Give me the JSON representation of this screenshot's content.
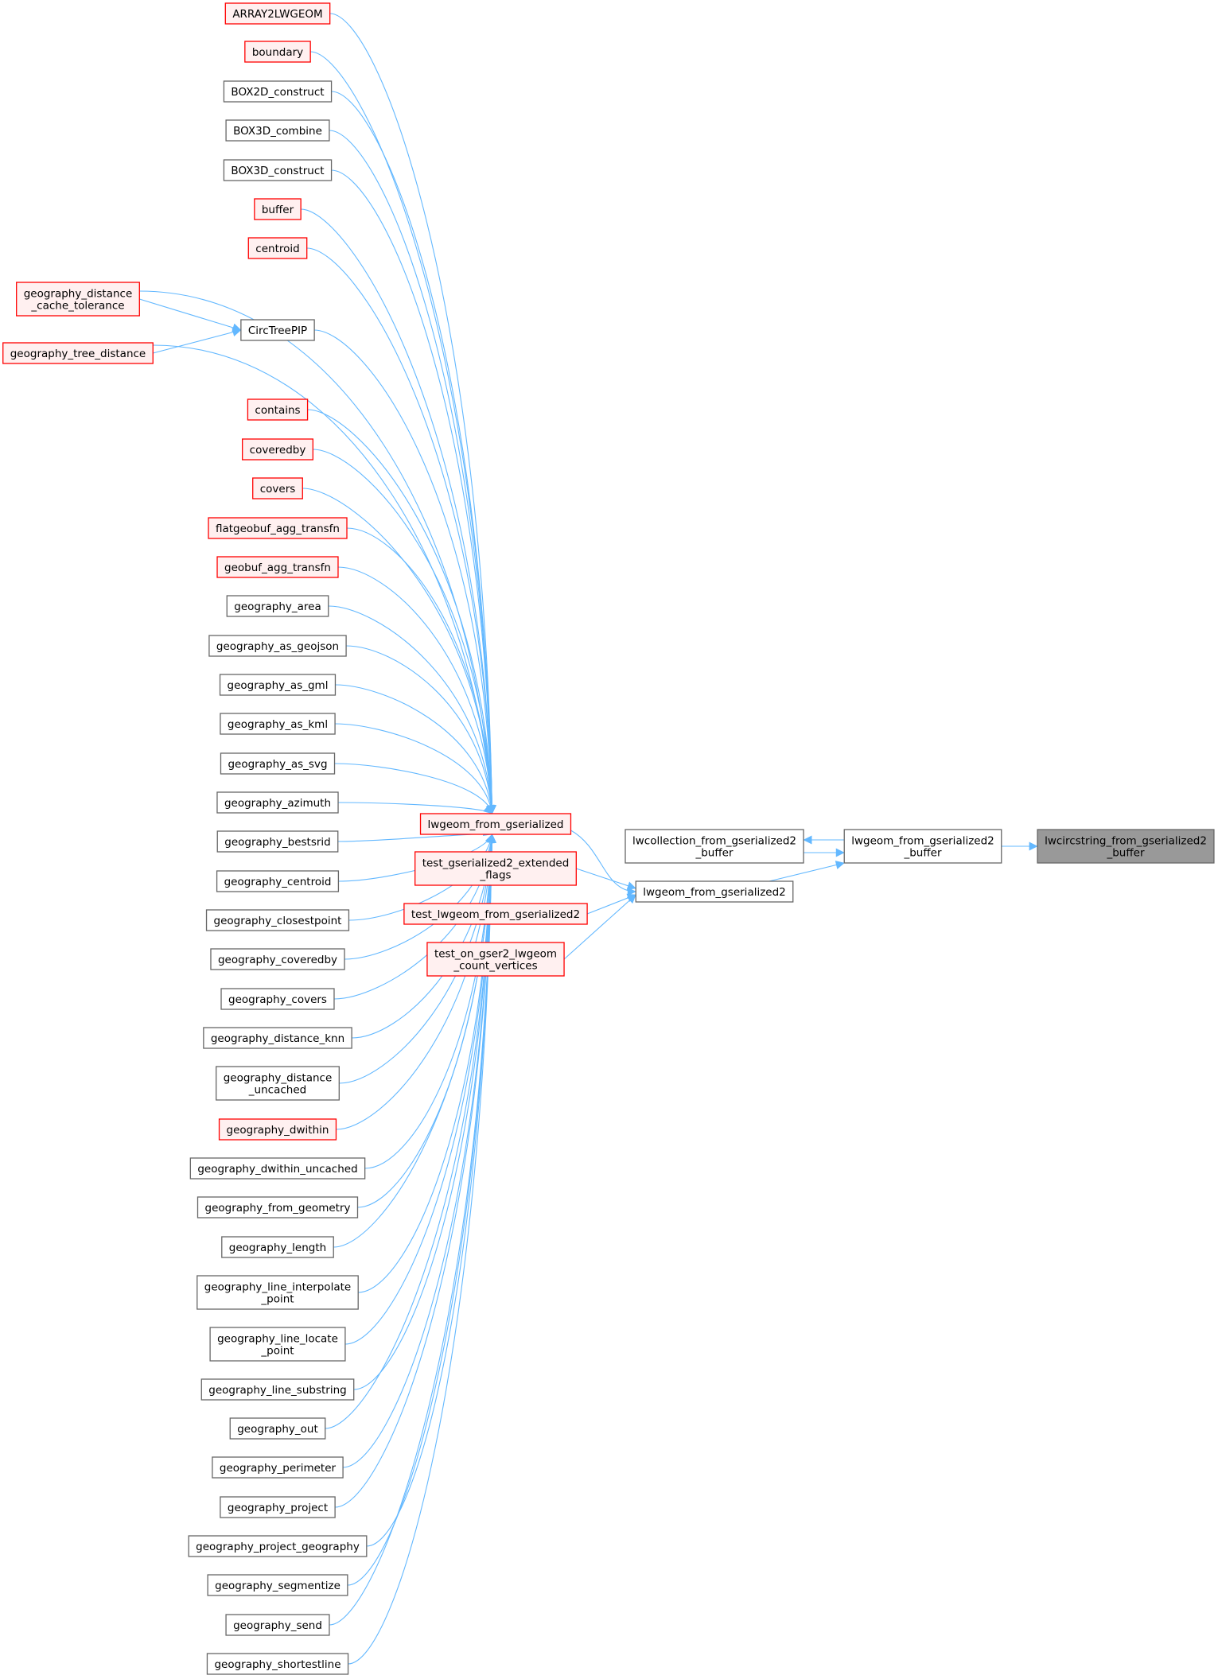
{
  "colors": {
    "edge": "#63b8ff",
    "node_border_normal": "#666666",
    "node_fill_normal": "#ffffff",
    "node_border_truncated": "#ff0000",
    "node_fill_truncated": "#fff0f0",
    "node_fill_focus": "#999999",
    "node_border_focus": "#666666"
  },
  "nodes": [
    {
      "id": "array2lwgeom",
      "lines": [
        "ARRAY2LWGEOM"
      ],
      "kind": "truncated"
    },
    {
      "id": "boundary",
      "lines": [
        "boundary"
      ],
      "kind": "truncated"
    },
    {
      "id": "box2d_construct",
      "lines": [
        "BOX2D_construct"
      ],
      "kind": "normal"
    },
    {
      "id": "box3d_combine",
      "lines": [
        "BOX3D_combine"
      ],
      "kind": "normal"
    },
    {
      "id": "box3d_construct",
      "lines": [
        "BOX3D_construct"
      ],
      "kind": "normal"
    },
    {
      "id": "buffer",
      "lines": [
        "buffer"
      ],
      "kind": "truncated"
    },
    {
      "id": "centroid",
      "lines": [
        "centroid"
      ],
      "kind": "truncated"
    },
    {
      "id": "geography_distance_cache_tolerance",
      "lines": [
        "geography_distance",
        "_cache_tolerance"
      ],
      "kind": "truncated"
    },
    {
      "id": "circtreepip",
      "lines": [
        "CircTreePIP"
      ],
      "kind": "normal"
    },
    {
      "id": "geography_tree_distance",
      "lines": [
        "geography_tree_distance"
      ],
      "kind": "truncated"
    },
    {
      "id": "contains",
      "lines": [
        "contains"
      ],
      "kind": "truncated"
    },
    {
      "id": "coveredby",
      "lines": [
        "coveredby"
      ],
      "kind": "truncated"
    },
    {
      "id": "covers",
      "lines": [
        "covers"
      ],
      "kind": "truncated"
    },
    {
      "id": "flatgeobuf_agg_transfn",
      "lines": [
        "flatgeobuf_agg_transfn"
      ],
      "kind": "truncated"
    },
    {
      "id": "geobuf_agg_transfn",
      "lines": [
        "geobuf_agg_transfn"
      ],
      "kind": "truncated"
    },
    {
      "id": "geography_area",
      "lines": [
        "geography_area"
      ],
      "kind": "normal"
    },
    {
      "id": "geography_as_geojson",
      "lines": [
        "geography_as_geojson"
      ],
      "kind": "normal"
    },
    {
      "id": "geography_as_gml",
      "lines": [
        "geography_as_gml"
      ],
      "kind": "normal"
    },
    {
      "id": "geography_as_kml",
      "lines": [
        "geography_as_kml"
      ],
      "kind": "normal"
    },
    {
      "id": "geography_as_svg",
      "lines": [
        "geography_as_svg"
      ],
      "kind": "normal"
    },
    {
      "id": "geography_azimuth",
      "lines": [
        "geography_azimuth"
      ],
      "kind": "normal"
    },
    {
      "id": "geography_bestsrid",
      "lines": [
        "geography_bestsrid"
      ],
      "kind": "normal"
    },
    {
      "id": "geography_centroid",
      "lines": [
        "geography_centroid"
      ],
      "kind": "normal"
    },
    {
      "id": "geography_closestpoint",
      "lines": [
        "geography_closestpoint"
      ],
      "kind": "normal"
    },
    {
      "id": "geography_coveredby",
      "lines": [
        "geography_coveredby"
      ],
      "kind": "normal"
    },
    {
      "id": "geography_covers",
      "lines": [
        "geography_covers"
      ],
      "kind": "normal"
    },
    {
      "id": "geography_distance_knn",
      "lines": [
        "geography_distance_knn"
      ],
      "kind": "normal"
    },
    {
      "id": "geography_distance_uncached",
      "lines": [
        "geography_distance",
        "_uncached"
      ],
      "kind": "normal"
    },
    {
      "id": "geography_dwithin",
      "lines": [
        "geography_dwithin"
      ],
      "kind": "truncated"
    },
    {
      "id": "geography_dwithin_uncached",
      "lines": [
        "geography_dwithin_uncached"
      ],
      "kind": "normal"
    },
    {
      "id": "geography_from_geometry",
      "lines": [
        "geography_from_geometry"
      ],
      "kind": "normal"
    },
    {
      "id": "geography_length",
      "lines": [
        "geography_length"
      ],
      "kind": "normal"
    },
    {
      "id": "geography_line_interpolate_point",
      "lines": [
        "geography_line_interpolate",
        "_point"
      ],
      "kind": "normal"
    },
    {
      "id": "geography_line_locate_point",
      "lines": [
        "geography_line_locate",
        "_point"
      ],
      "kind": "normal"
    },
    {
      "id": "geography_line_substring",
      "lines": [
        "geography_line_substring"
      ],
      "kind": "normal"
    },
    {
      "id": "geography_out",
      "lines": [
        "geography_out"
      ],
      "kind": "normal"
    },
    {
      "id": "geography_perimeter",
      "lines": [
        "geography_perimeter"
      ],
      "kind": "normal"
    },
    {
      "id": "geography_project",
      "lines": [
        "geography_project"
      ],
      "kind": "normal"
    },
    {
      "id": "geography_project_geography",
      "lines": [
        "geography_project_geography"
      ],
      "kind": "normal"
    },
    {
      "id": "geography_segmentize",
      "lines": [
        "geography_segmentize"
      ],
      "kind": "normal"
    },
    {
      "id": "geography_send",
      "lines": [
        "geography_send"
      ],
      "kind": "normal"
    },
    {
      "id": "geography_shortestline",
      "lines": [
        "geography_shortestline"
      ],
      "kind": "normal"
    },
    {
      "id": "lwgeom_from_gserialized",
      "lines": [
        "lwgeom_from_gserialized"
      ],
      "kind": "truncated"
    },
    {
      "id": "test_gserialized2_extended_flags",
      "lines": [
        "test_gserialized2_extended",
        "_flags"
      ],
      "kind": "truncated"
    },
    {
      "id": "test_lwgeom_from_gserialized2",
      "lines": [
        "test_lwgeom_from_gserialized2"
      ],
      "kind": "truncated"
    },
    {
      "id": "test_on_gser2_lwgeom_count_vertices",
      "lines": [
        "test_on_gser2_lwgeom",
        "_count_vertices"
      ],
      "kind": "truncated"
    },
    {
      "id": "lwcollection_from_gserialized2_buffer",
      "lines": [
        "lwcollection_from_gserialized2",
        "_buffer"
      ],
      "kind": "normal"
    },
    {
      "id": "lwgeom_from_gserialized2",
      "lines": [
        "lwgeom_from_gserialized2"
      ],
      "kind": "normal"
    },
    {
      "id": "lwgeom_from_gserialized2_buffer",
      "lines": [
        "lwgeom_from_gserialized2",
        "_buffer"
      ],
      "kind": "normal"
    },
    {
      "id": "lwcircstring_from_gserialized2_buffer",
      "lines": [
        "lwcircstring_from_gserialized2",
        "_buffer"
      ],
      "kind": "focus"
    }
  ]
}
